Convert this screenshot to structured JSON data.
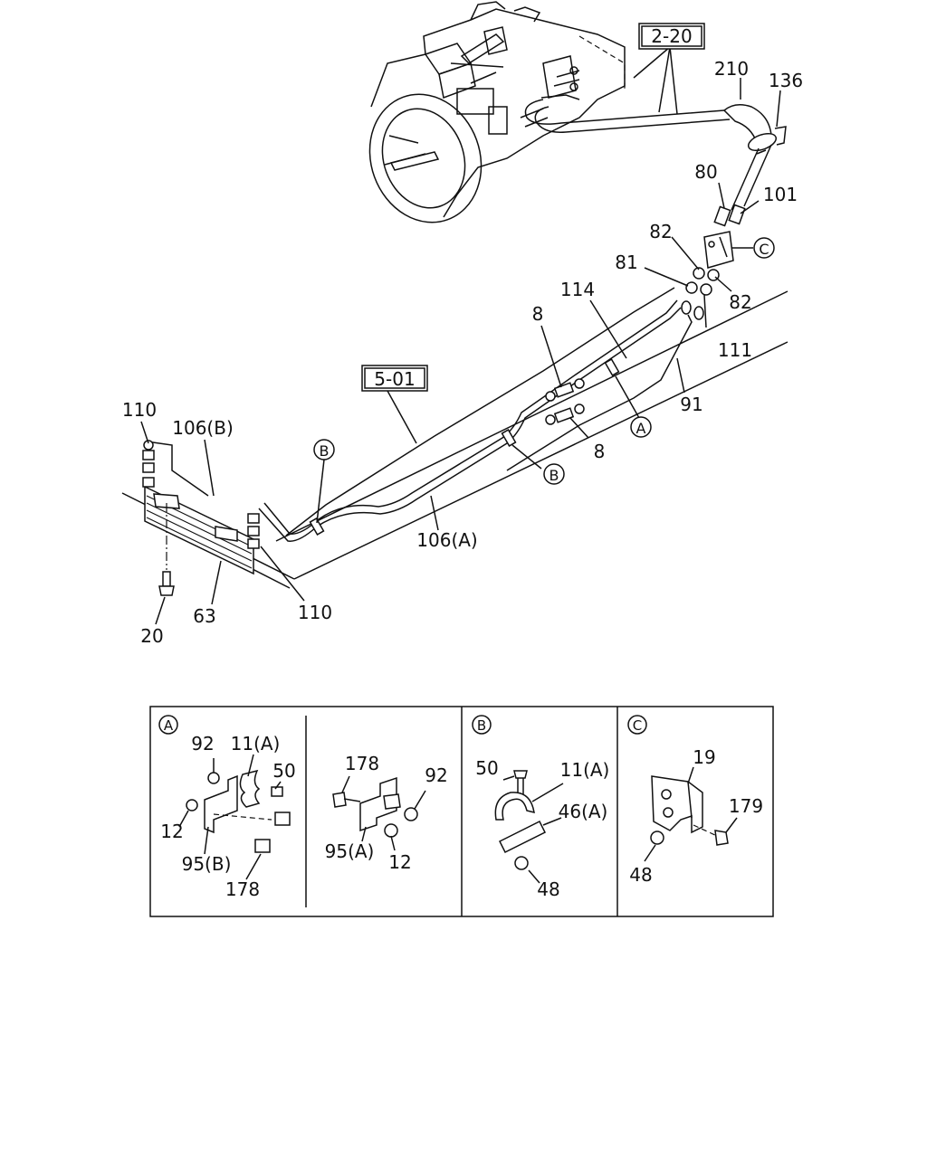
{
  "refs": {
    "r220": "2-20",
    "r501": "5-01"
  },
  "callouts": {
    "p210": "210",
    "p136": "136",
    "p80": "80",
    "p101": "101",
    "p82a": "82",
    "p82b": "82",
    "p81": "81",
    "p114": "114",
    "p111": "111",
    "p91": "91",
    "p8a": "8",
    "p8b": "8",
    "p110a": "110",
    "p110b": "110",
    "p106b": "106(B)",
    "p106a": "106(A)",
    "p63": "63",
    "p20": "20"
  },
  "circle_labels": {
    "a": "A",
    "b": "B",
    "c": "C"
  },
  "detail_a1": {
    "p92": "92",
    "p11a": "11(A)",
    "p50": "50",
    "p12": "12",
    "p95b": "95(B)",
    "p178": "178"
  },
  "detail_a2": {
    "p178": "178",
    "p92": "92",
    "p95a": "95(A)",
    "p12": "12"
  },
  "detail_b": {
    "p50": "50",
    "p11a": "11(A)",
    "p46a": "46(A)",
    "p48": "48"
  },
  "detail_c": {
    "p19": "19",
    "p179": "179",
    "p48": "48"
  }
}
